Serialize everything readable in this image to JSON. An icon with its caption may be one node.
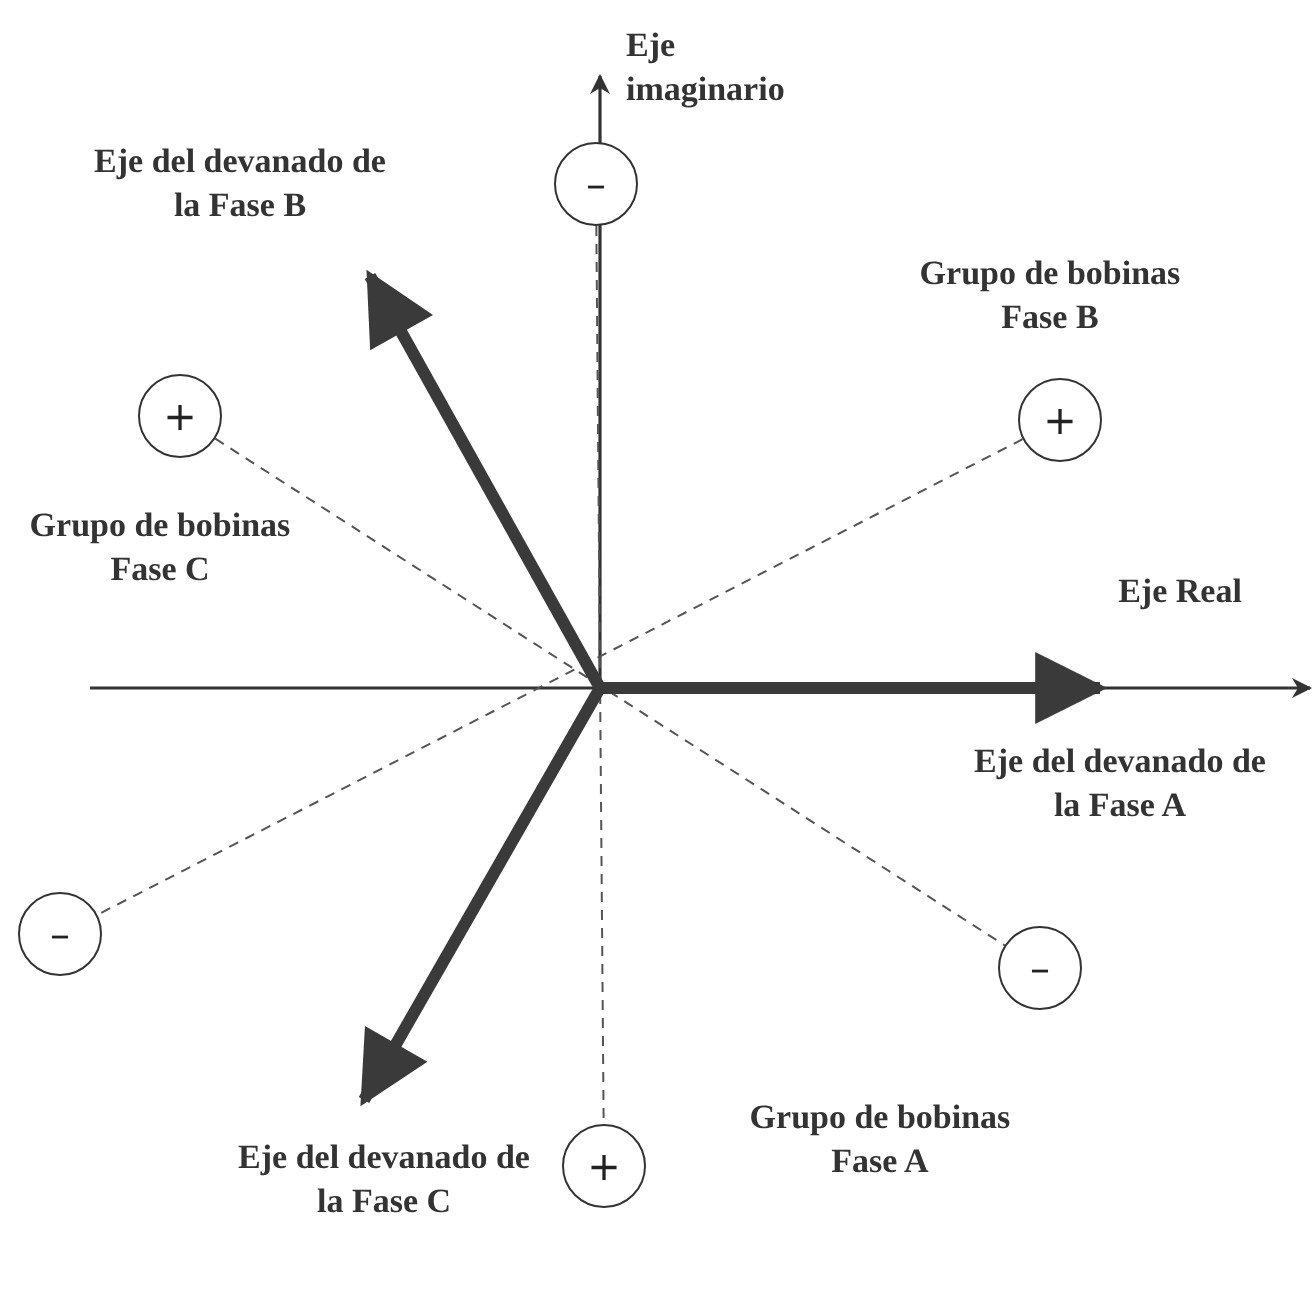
{
  "diagram": {
    "nodes": [
      {
        "text": [
          "–"
        ]
      },
      {
        "text": [
          "+"
        ]
      },
      {
        "text": [
          "+"
        ]
      },
      {
        "text": [
          "–"
        ]
      },
      {
        "text": [
          "–"
        ]
      },
      {
        "text": [
          "+"
        ]
      }
    ],
    "edges": [
      {
        "from": 0,
        "to": 5,
        "arrow": "none",
        "style": "dashed"
      },
      {
        "from": 1,
        "to": 4,
        "arrow": "none",
        "style": "dashed"
      },
      {
        "from": 2,
        "to": 3,
        "arrow": "none",
        "style": "dashed"
      }
    ],
    "labels": [
      "Eje imaginario",
      "Eje del devanado de la Fase B",
      "Grupo de bobinas Fase B",
      "Grupo de bobinas Fase C",
      "Eje Real",
      "Eje del devanado de la Fase A",
      "Grupo de bobinas Fase A",
      "Eje del devanado de la Fase C"
    ]
  }
}
